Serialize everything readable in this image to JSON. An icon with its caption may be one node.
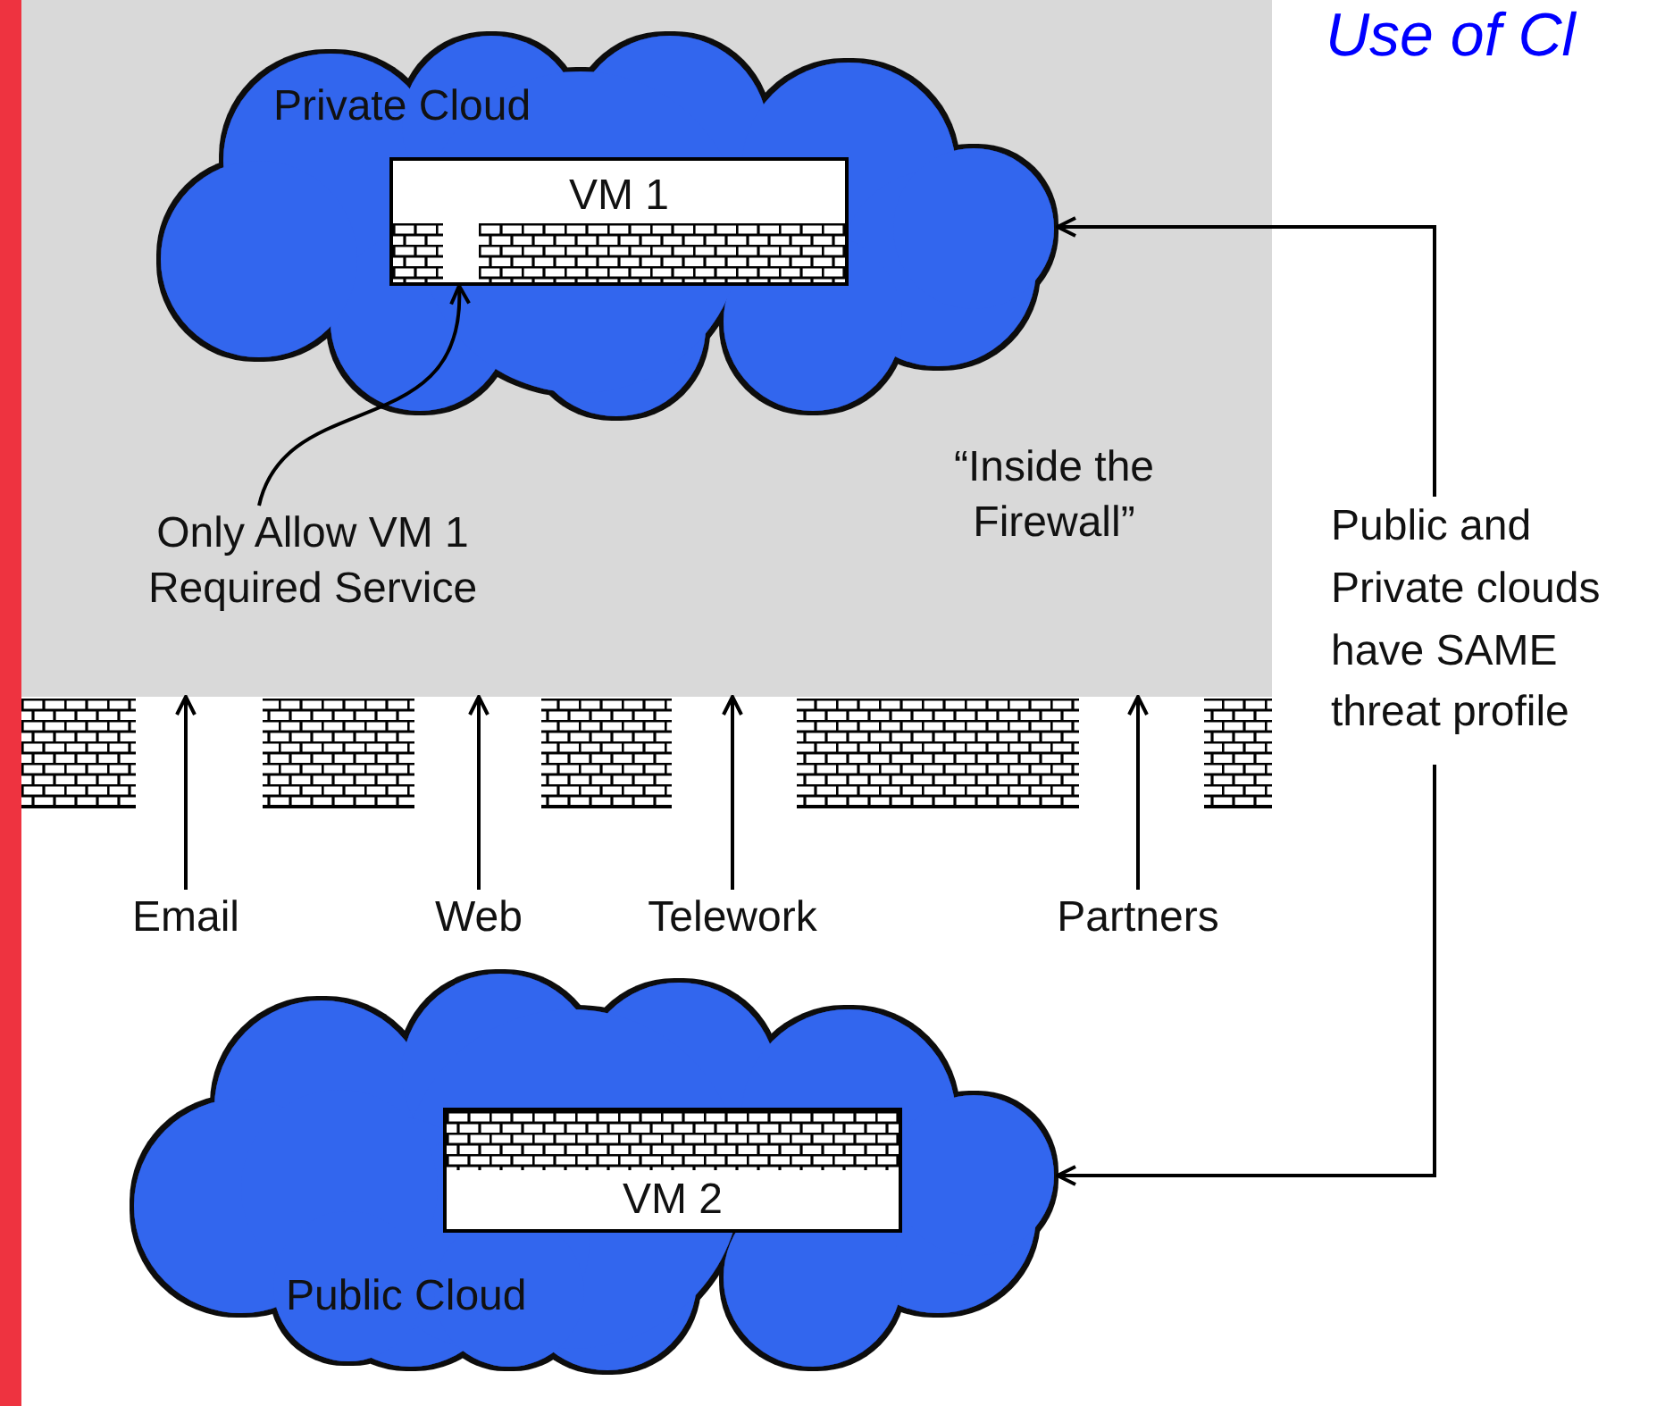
{
  "diagram": {
    "title": "Use of Cl",
    "nodes": [
      {
        "text": [
          "“Inside the Firewall”"
        ]
      },
      {
        "text": [
          "Private Cloud"
        ],
        "in": 0
      },
      {
        "text": [
          "VM 1"
        ],
        "in": 1
      },
      {
        "text": [
          "Only Allow VM 1 Required Service"
        ],
        "in": 0
      },
      {
        "text": [
          "Email"
        ]
      },
      {
        "text": [
          "Web"
        ]
      },
      {
        "text": [
          "Telework"
        ]
      },
      {
        "text": [
          "Partners"
        ]
      },
      {
        "text": [
          "Public Cloud"
        ]
      },
      {
        "text": [
          "VM 2"
        ],
        "in": 8
      },
      {
        "text": [
          "Public and Private clouds have SAME threat profile"
        ]
      }
    ],
    "edges": [
      {
        "from": 3,
        "to": 2,
        "arrow": "to"
      },
      {
        "from": 4,
        "to": 0,
        "arrow": "to"
      },
      {
        "from": 5,
        "to": 0,
        "arrow": "to"
      },
      {
        "from": 6,
        "to": 0,
        "arrow": "to"
      },
      {
        "from": 7,
        "to": 0,
        "arrow": "to"
      },
      {
        "from": 10,
        "to": 1,
        "arrow": "to"
      },
      {
        "from": 10,
        "to": 8,
        "arrow": "to"
      }
    ]
  }
}
